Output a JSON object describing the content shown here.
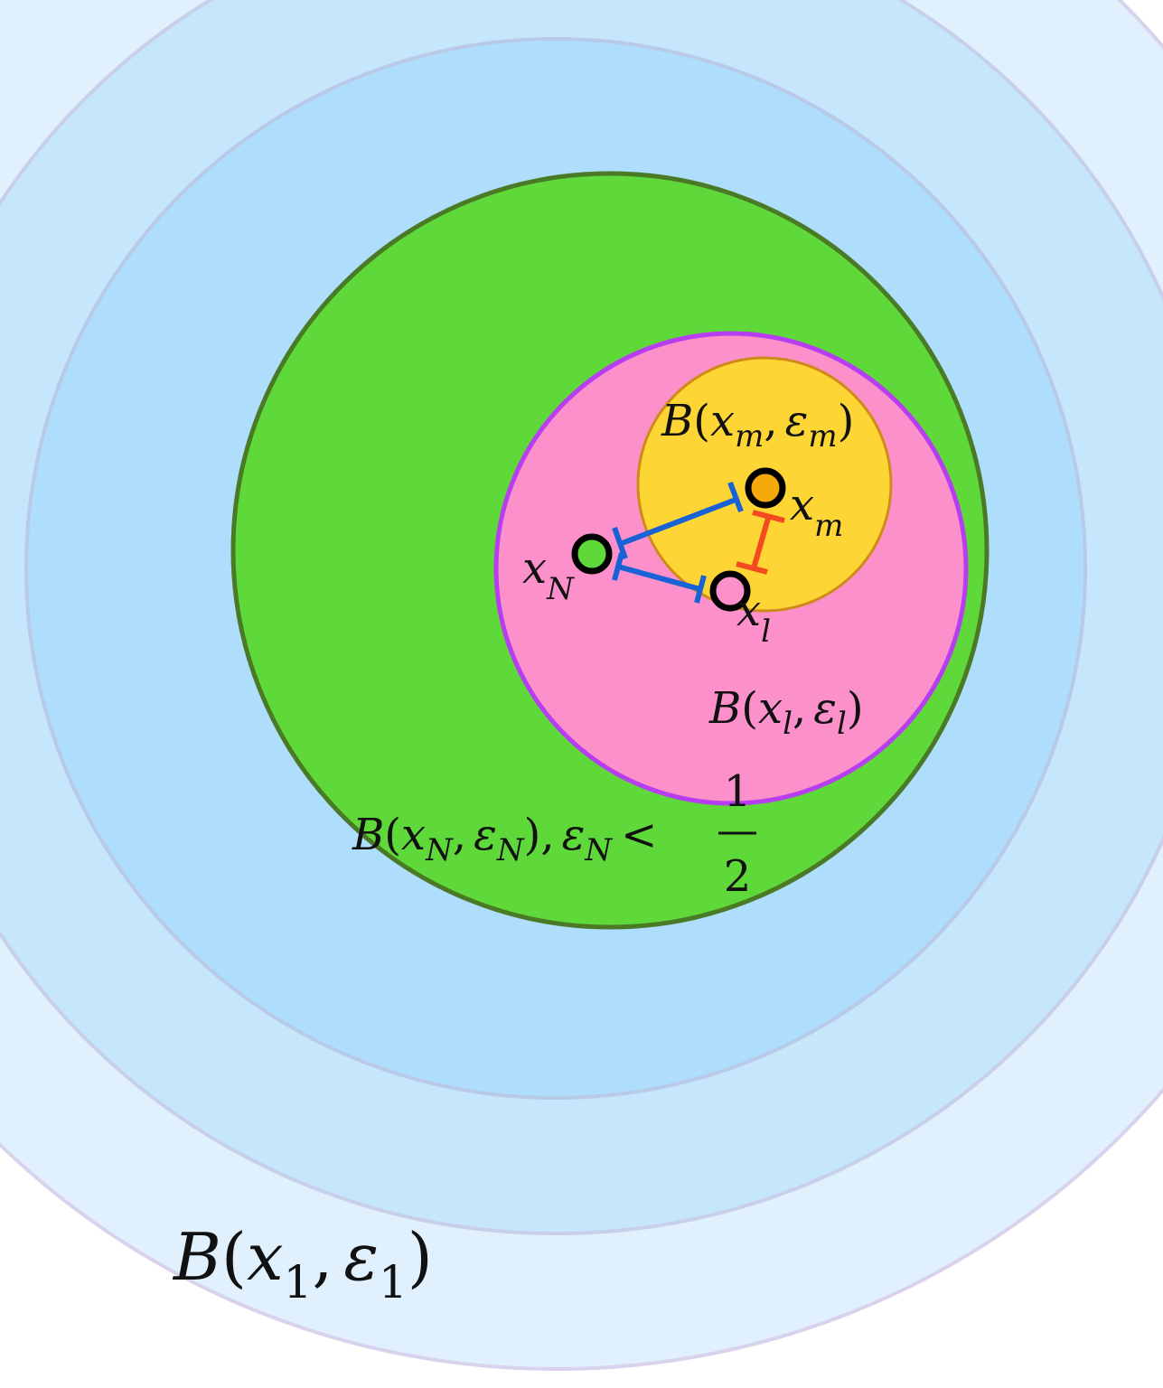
{
  "colors": {
    "outer1": "#e0f1fd",
    "outer2": "#c6e6fc",
    "outer3": "#aedefb",
    "green": "#5fd93a",
    "pink": "#fc90cb",
    "yellow": "#fdd535",
    "point_m": "#f6a90b",
    "blue": "#1862d6",
    "red": "#f54a1f"
  },
  "labels": {
    "ball_1": {
      "B": "B",
      "open": "(",
      "x": "x",
      "xsub": "1",
      "comma": ",",
      "eps": "ε",
      "esub": "1",
      "close": ")"
    },
    "ball_N": {
      "B": "B",
      "open": "(",
      "x": "x",
      "xsub": "N",
      "comma": ",",
      "eps": "ε",
      "esub": "N",
      "close": "),",
      "eps2": "ε",
      "esub2": "N",
      "lt": "<",
      "num": "1",
      "den": "2"
    },
    "ball_l": {
      "B": "B",
      "open": "(",
      "x": "x",
      "xsub": "l",
      "comma": ",",
      "eps": "ε",
      "esub": "l",
      "close": ")"
    },
    "ball_m": {
      "B": "B",
      "open": "(",
      "x": "x",
      "xsub": "m",
      "comma": ",",
      "eps": "ε",
      "esub": "m",
      "close": ")"
    },
    "point_N": {
      "x": "x",
      "sub": "N"
    },
    "point_l": {
      "x": "x",
      "sub": "l"
    },
    "point_m": {
      "x": "x",
      "sub": "m"
    }
  }
}
